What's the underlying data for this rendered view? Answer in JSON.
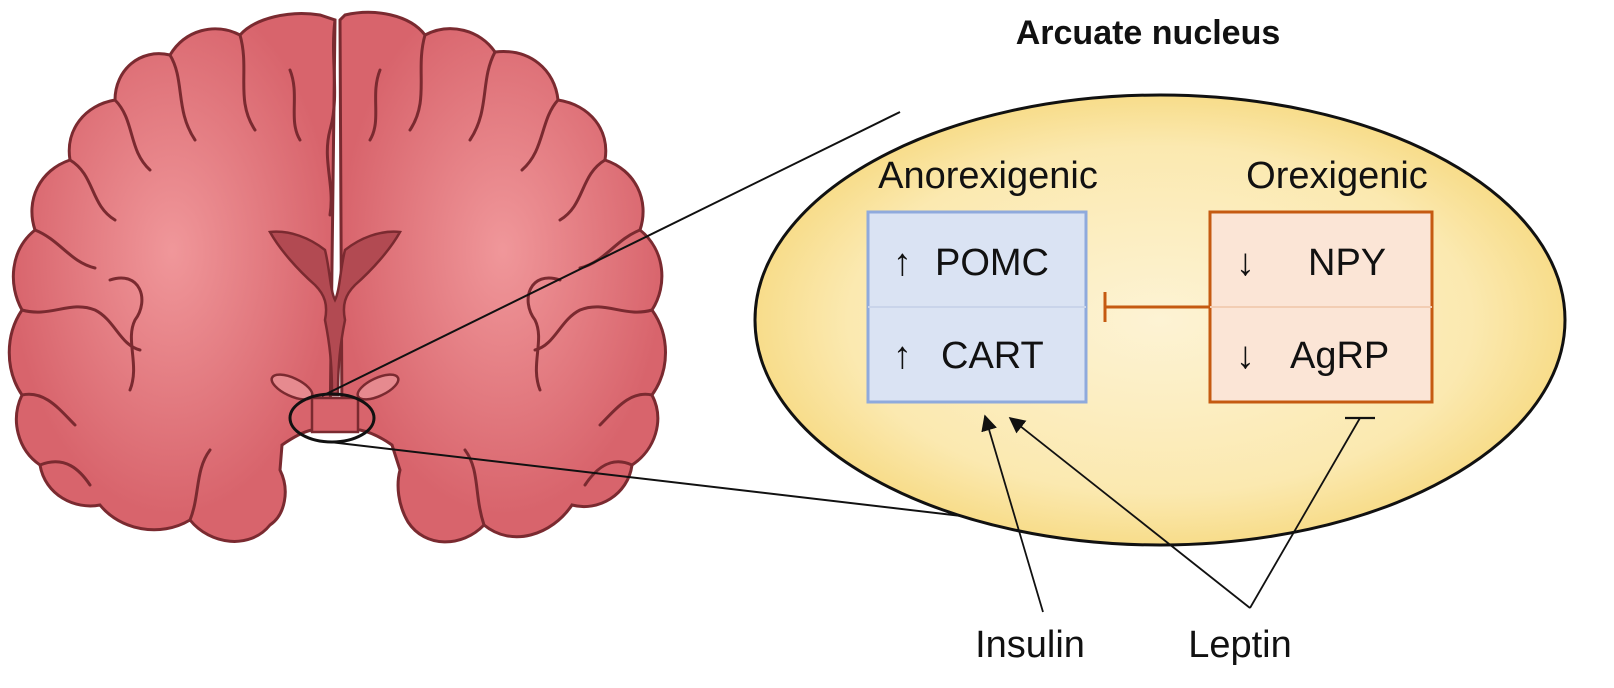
{
  "title": "Arcuate nucleus",
  "anorexigenic": {
    "heading": "Anorexigenic",
    "items": [
      {
        "arrow": "↑",
        "name": "POMC"
      },
      {
        "arrow": "↑",
        "name": "CART"
      }
    ]
  },
  "orexigenic": {
    "heading": "Orexigenic",
    "items": [
      {
        "arrow": "↓",
        "name": "NPY"
      },
      {
        "arrow": "↓",
        "name": "AgRP"
      }
    ]
  },
  "inputs": {
    "insulin": "Insulin",
    "leptin": "Leptin"
  },
  "colors": {
    "brain_fill": "#d8646c",
    "brain_outline": "#7a2a30",
    "brain_highlight": "#f0979a",
    "ventricle": "#b24a52",
    "nucleus_fill": "#fbe9b0",
    "nucleus_edge": "#f6d77a",
    "anorexigenic_box": "#dae3f3",
    "anorexigenic_border": "#8faadc",
    "orexigenic_box": "#fbe5d6",
    "orexigenic_border": "#c55a11",
    "inhibit_line": "#c55a11"
  }
}
